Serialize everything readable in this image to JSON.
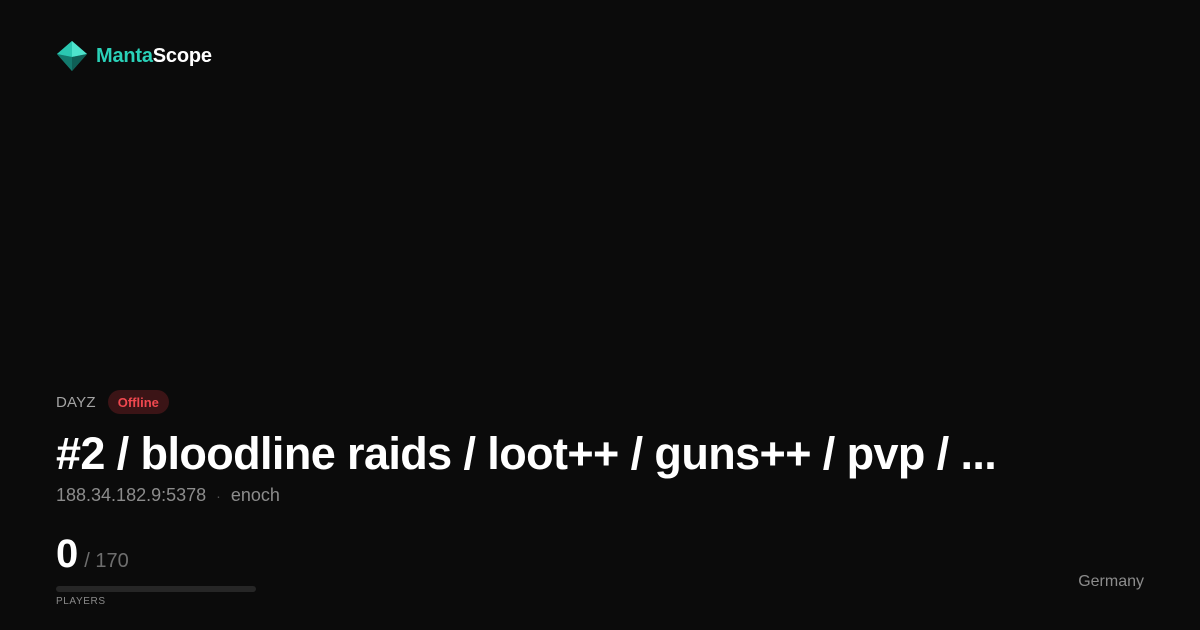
{
  "brand": {
    "name_part1": "Manta",
    "name_part2": "Scope",
    "logo_icon": "manta-diamond-logo",
    "accent_color": "#2ad1b8"
  },
  "server": {
    "game": "DAYZ",
    "status": "Offline",
    "status_color": "#f0484f",
    "title": "#2 / bloodline raids / loot++ / guns++ / pvp / ...",
    "address": "188.34.182.9:5378",
    "separator": "·",
    "map": "enoch",
    "players_current": "0",
    "players_max": "/ 170",
    "players_fraction": 0,
    "players_label": "PLAYERS",
    "country": "Germany"
  }
}
